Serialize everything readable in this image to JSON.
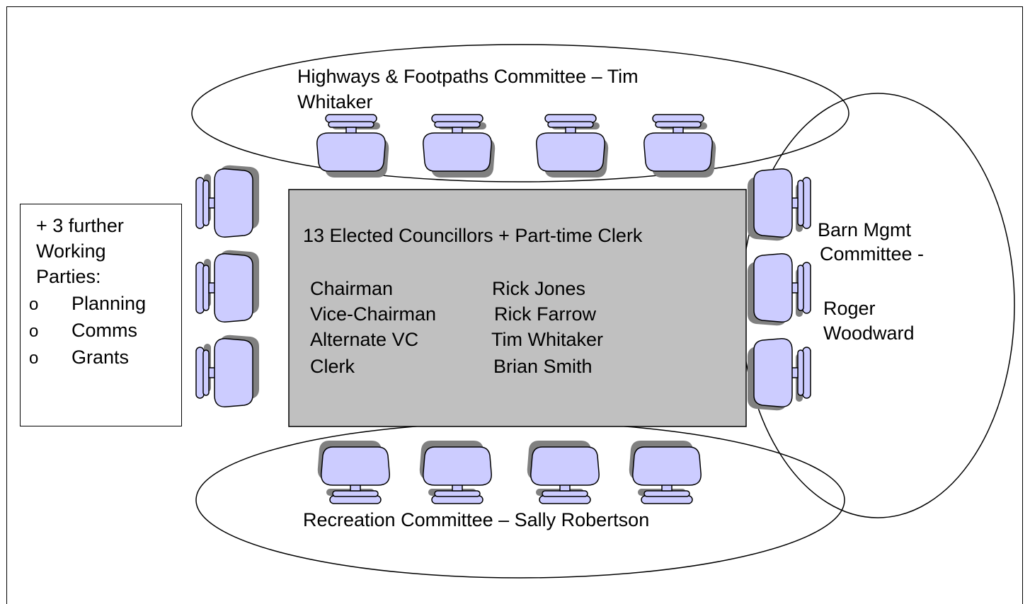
{
  "highways": {
    "line1": "Highways & Footpaths Committee – Tim",
    "line2": "Whitaker"
  },
  "recreation": {
    "label": "Recreation Committee – Sally Robertson"
  },
  "barn": {
    "line1": "Barn  Mgmt",
    "line2": "Committee -",
    "line3": "Roger",
    "line4": "Woodward"
  },
  "table": {
    "heading": "13 Elected Councillors + Part-time Clerk",
    "roles": [
      {
        "role": "Chairman",
        "name": "Rick Jones"
      },
      {
        "role": "Vice-Chairman",
        "name": "Rick Farrow"
      },
      {
        "role": "Alternate VC",
        "name": "Tim Whitaker"
      },
      {
        "role": "Clerk",
        "name": "Brian Smith"
      }
    ]
  },
  "working_parties": {
    "title": "+ 3 further Working Parties:",
    "bullet": "o",
    "items": [
      "Planning",
      "Comms",
      "Grants"
    ]
  },
  "colors": {
    "chair_fill": "#ccccff",
    "chair_shadow": "#808080",
    "table_fill": "#c0c0c0"
  }
}
